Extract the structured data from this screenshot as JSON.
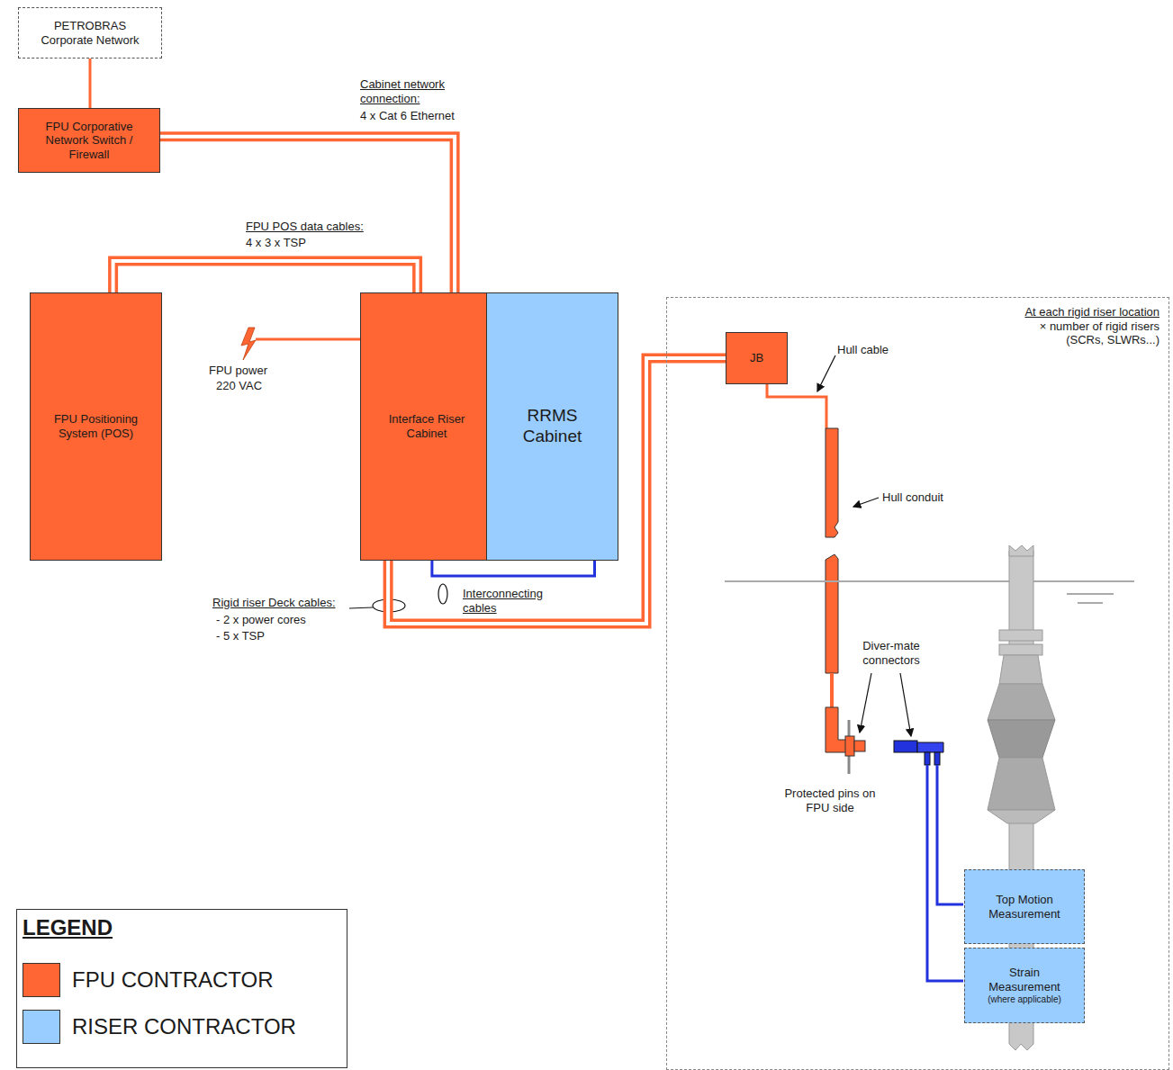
{
  "diagram": {
    "nodes": [
      {
        "text": [
          "PETROBRAS Corporate Network"
        ]
      },
      {
        "text": [
          "FPU Corporative Network Switch / Firewall"
        ]
      },
      {
        "text": [
          "FPU Positioning System (POS)"
        ]
      },
      {
        "text": [
          "Interface Riser Cabinet"
        ]
      },
      {
        "text": [
          "RRMS Cabinet"
        ]
      },
      {
        "text": [
          "At each rigid riser location",
          "× number of rigid risers (SCRs, SLWRs...)"
        ]
      },
      {
        "text": [
          "JB"
        ],
        "in": 5
      },
      {
        "text": [
          "Top Motion Measurement"
        ],
        "in": 5
      },
      {
        "text": [
          "Strain Measurement",
          "(where applicable)"
        ],
        "in": 5
      }
    ],
    "edges": [
      {
        "from": 0,
        "to": 1,
        "arrow": "none"
      },
      {
        "from": 1,
        "to": 3,
        "arrow": "none"
      },
      {
        "from": 2,
        "to": 3,
        "arrow": "none"
      },
      {
        "from": 3,
        "to": 6,
        "arrow": "none"
      },
      {
        "from": 3,
        "to": 4,
        "arrow": "none"
      }
    ],
    "labels": [
      "Cabinet network connection:",
      "4 x Cat 6 Ethernet",
      "FPU POS data cables:",
      "4 x 3 x TSP",
      "FPU power",
      "220 VAC",
      "Rigid riser Deck cables:",
      "- 2 x power cores",
      "- 5 x TSP",
      "Interconnecting cables",
      "Hull cable",
      "Hull conduit",
      "Diver-mate connectors",
      "Protected pins on FPU side",
      "LEGEND"
    ],
    "legend": [
      {
        "text": "FPU CONTRACTOR",
        "color": "#ff6633"
      },
      {
        "text": "RISER CONTRACTOR",
        "color": "#99ccff"
      }
    ]
  }
}
